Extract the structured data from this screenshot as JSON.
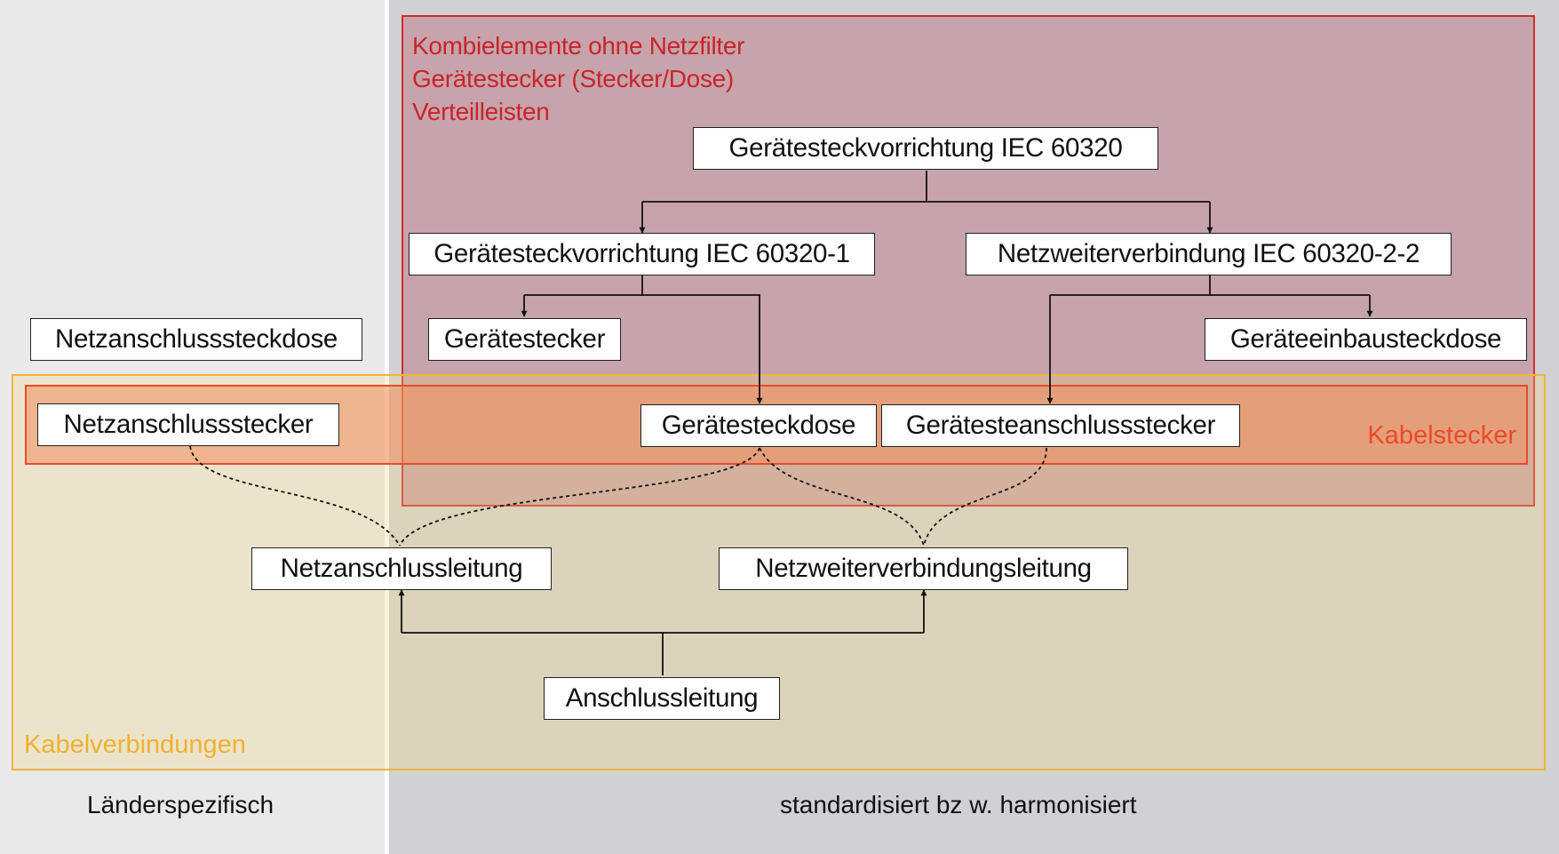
{
  "zones": {
    "red_caption_lines": [
      "Kombielemente ohne Netzfilter",
      "Gerätestecker (Stecker/Dose)",
      "Verteilleisten"
    ],
    "orange_caption": "Kabelstecker",
    "yellow_caption": "Kabelverbindungen"
  },
  "columns": {
    "left_label": "Länderspezifisch",
    "right_label": "standardisiert bz w. harmonisiert"
  },
  "nodes": {
    "iec60320": "Gerätesteckvorrichtung IEC 60320",
    "iec60320_1": "Gerätesteckvorrichtung IEC 60320-1",
    "iec60320_2_2": "Netzweiterverbindung IEC 60320-2-2",
    "geraetestecker": "Gerätestecker",
    "geraeteeinbausteckdose": "Geräteeinbausteckdose",
    "netzanschlusssteckdose": "Netzanschlusssteckdose",
    "netzanschlussstecker": "Netzanschlussstecker",
    "geraetesteckdose": "Gerätesteckdose",
    "geraeteanschlussstecker": "Gerätesteanschlussstecker",
    "netzanschlussleitung": "Netzanschlussleitung",
    "netzweiterverbindungsleitung": "Netzweiterverbindungsleitung",
    "anschlussleitung": "Anschlussleitung"
  },
  "colors": {
    "red_zone_border": "#d02d2d",
    "orange_zone_border": "#ea4a2e",
    "yellow_zone_border": "#f2b43c"
  }
}
